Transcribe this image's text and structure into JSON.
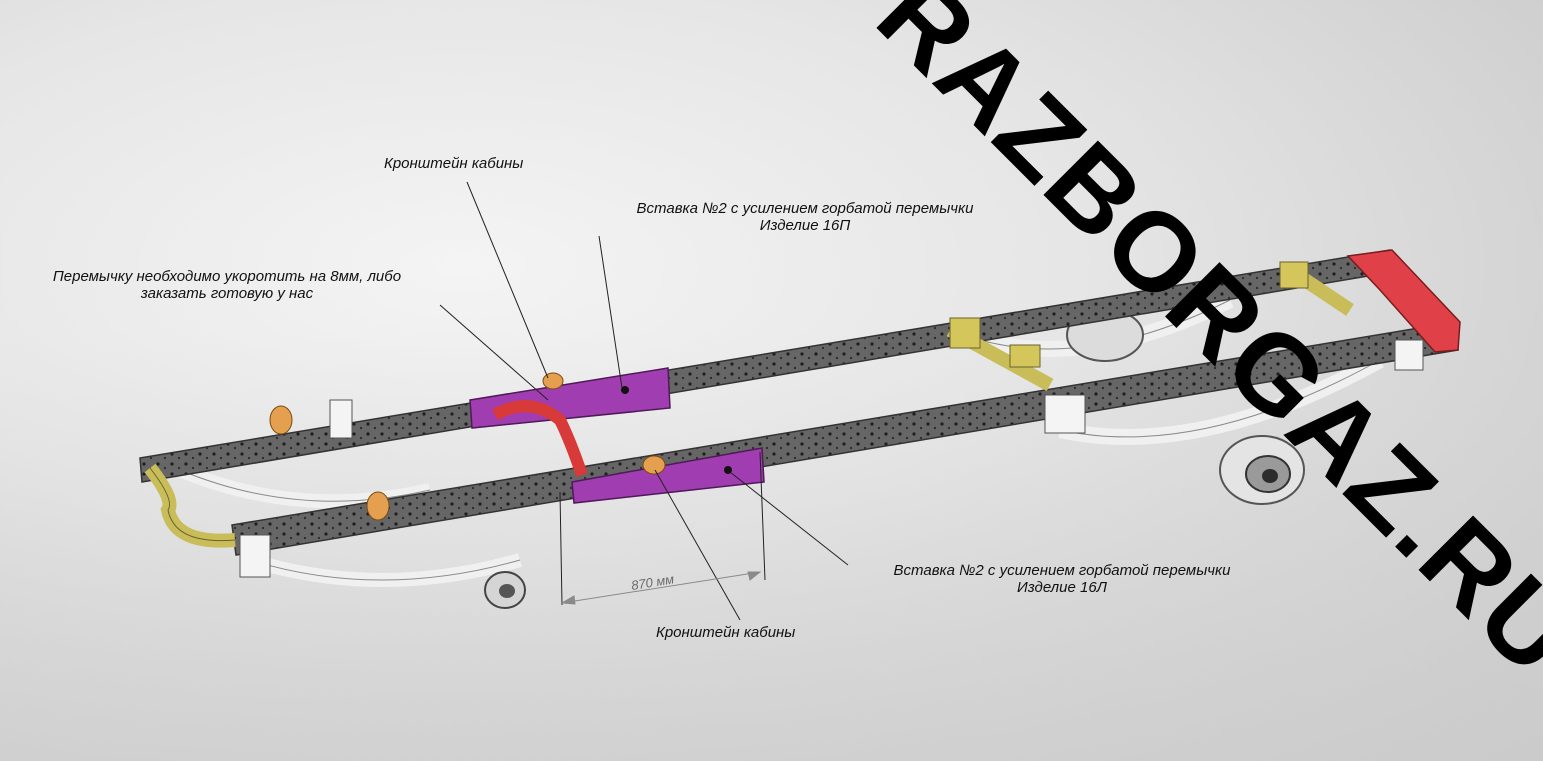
{
  "watermark": "RAZBORGAZ.RU",
  "callouts": {
    "cab_bracket_top": "Кронштейн кабины",
    "insert_right_line1": "Вставка №2 с усилением горбатой перемычки",
    "insert_right_line2": "Изделие 16П",
    "jumper_note_line1": "Перемычку необходимо укоротить на 8мм, либо",
    "jumper_note_line2": "заказать готовую у нас",
    "insert_left_line1": "Вставка №2 с усилением горбатой перемычки",
    "insert_left_line2": "Изделие 16Л",
    "cab_bracket_bottom": "Кронштейн кабины"
  },
  "dimension": {
    "value": "870 мм"
  },
  "colors": {
    "frame": "#6b6b6b",
    "insert": "#a03db0",
    "jumper": "#d83a3a",
    "rear_crossmember": "#e04048",
    "tube": "#c9bd5a",
    "bracket": "#e4a04e",
    "spring": "#ebebeb"
  }
}
